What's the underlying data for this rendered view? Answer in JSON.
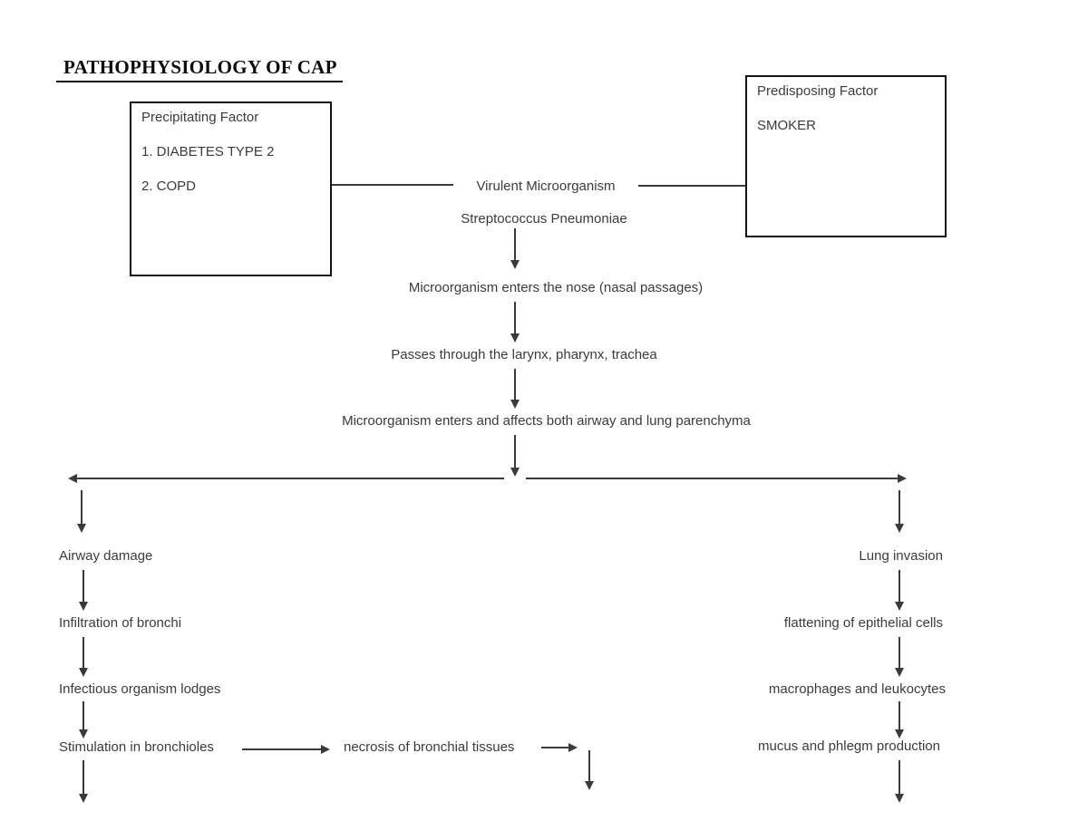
{
  "title": "PATHOPHYSIOLOGY OF CAP",
  "boxes": {
    "precipitating": {
      "heading": "Precipitating Factor",
      "item1": "1. DIABETES TYPE 2",
      "item2": "2. COPD"
    },
    "predisposing": {
      "heading": "Predisposing Factor",
      "item1": "SMOKER"
    }
  },
  "main_flow": {
    "virulent_microorganism": "Virulent Microorganism",
    "streptococcus": "Streptococcus Pneumoniae",
    "enters_nose": "Microorganism enters the nose (nasal passages)",
    "passes_larynx": "Passes through the larynx, pharynx, trachea",
    "affects_airway_lung": "Microorganism enters and affects both airway and lung parenchyma"
  },
  "airway_branch": {
    "step1": "Airway damage",
    "step2": "Infiltration of bronchi",
    "step3": "Infectious organism lodges",
    "step4": "Stimulation in bronchioles",
    "necrosis": "necrosis of bronchial tissues"
  },
  "lung_branch": {
    "step1": "Lung invasion",
    "step2": "flattening of epithelial cells",
    "step3": "macrophages and leukocytes",
    "step4": "mucus and phlegm production"
  },
  "colors": {
    "background": "#ffffff",
    "text": "#3b3b3b",
    "line": "#3a3a3a",
    "box_border": "#141414",
    "title": "#0d0d0d"
  }
}
